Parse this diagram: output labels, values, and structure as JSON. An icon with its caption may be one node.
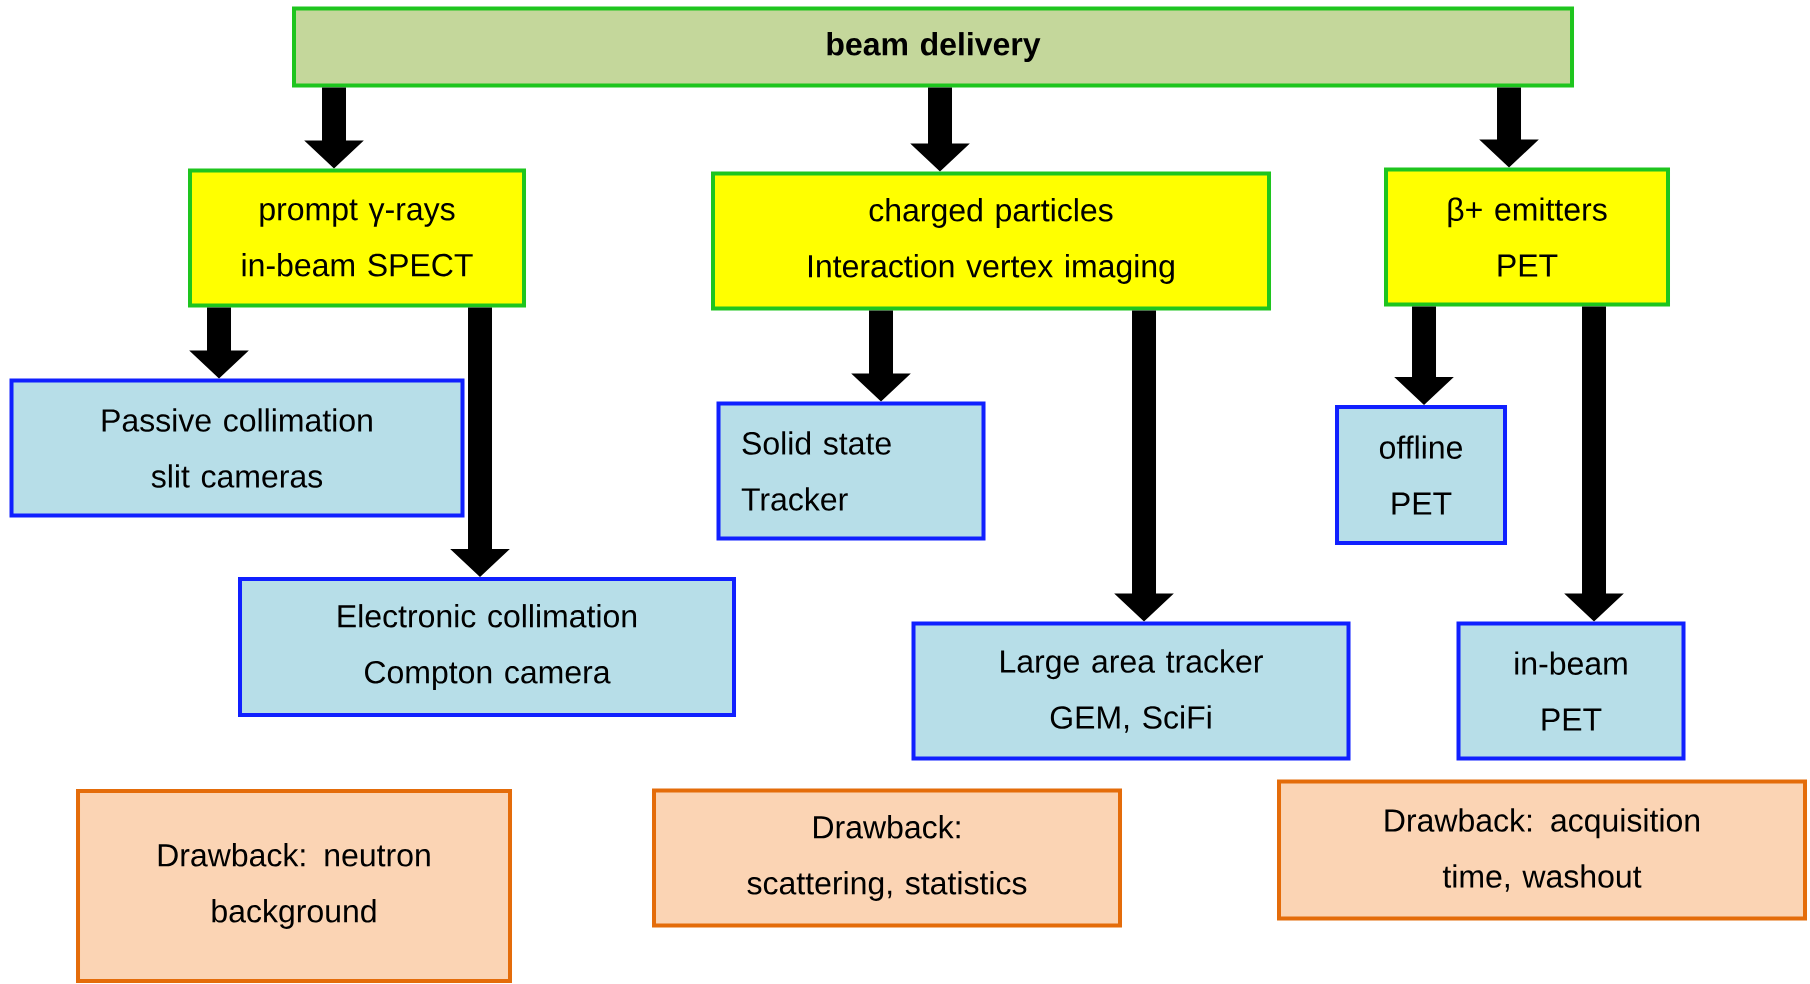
{
  "diagram": {
    "nodes": [
      {
        "text": [
          "beam delivery"
        ]
      },
      {
        "text": [
          "prompt γ-rays in-beam SPECT"
        ]
      },
      {
        "text": [
          "charged particles Interaction vertex imaging"
        ]
      },
      {
        "text": [
          "β+ emitters PET"
        ]
      },
      {
        "text": [
          "Passive collimation slit cameras"
        ]
      },
      {
        "text": [
          "Electronic collimation Compton camera"
        ]
      },
      {
        "text": [
          "Solid state Tracker"
        ]
      },
      {
        "text": [
          "Large area tracker GEM, SciFi"
        ]
      },
      {
        "text": [
          "offline PET"
        ]
      },
      {
        "text": [
          "in-beam PET"
        ]
      },
      {
        "text": [
          "Drawback: neutron background"
        ]
      },
      {
        "text": [
          "Drawback: scattering, statistics"
        ]
      },
      {
        "text": [
          "Drawback: acquisition time, washout"
        ]
      }
    ],
    "edges": [
      {
        "from": 0,
        "to": 1,
        "arrow": "to"
      },
      {
        "from": 0,
        "to": 2,
        "arrow": "to"
      },
      {
        "from": 0,
        "to": 3,
        "arrow": "to"
      },
      {
        "from": 1,
        "to": 4,
        "arrow": "to"
      },
      {
        "from": 1,
        "to": 5,
        "arrow": "to"
      },
      {
        "from": 2,
        "to": 6,
        "arrow": "to"
      },
      {
        "from": 2,
        "to": 7,
        "arrow": "to"
      },
      {
        "from": 3,
        "to": 8,
        "arrow": "to"
      },
      {
        "from": 3,
        "to": 9,
        "arrow": "to"
      }
    ]
  }
}
